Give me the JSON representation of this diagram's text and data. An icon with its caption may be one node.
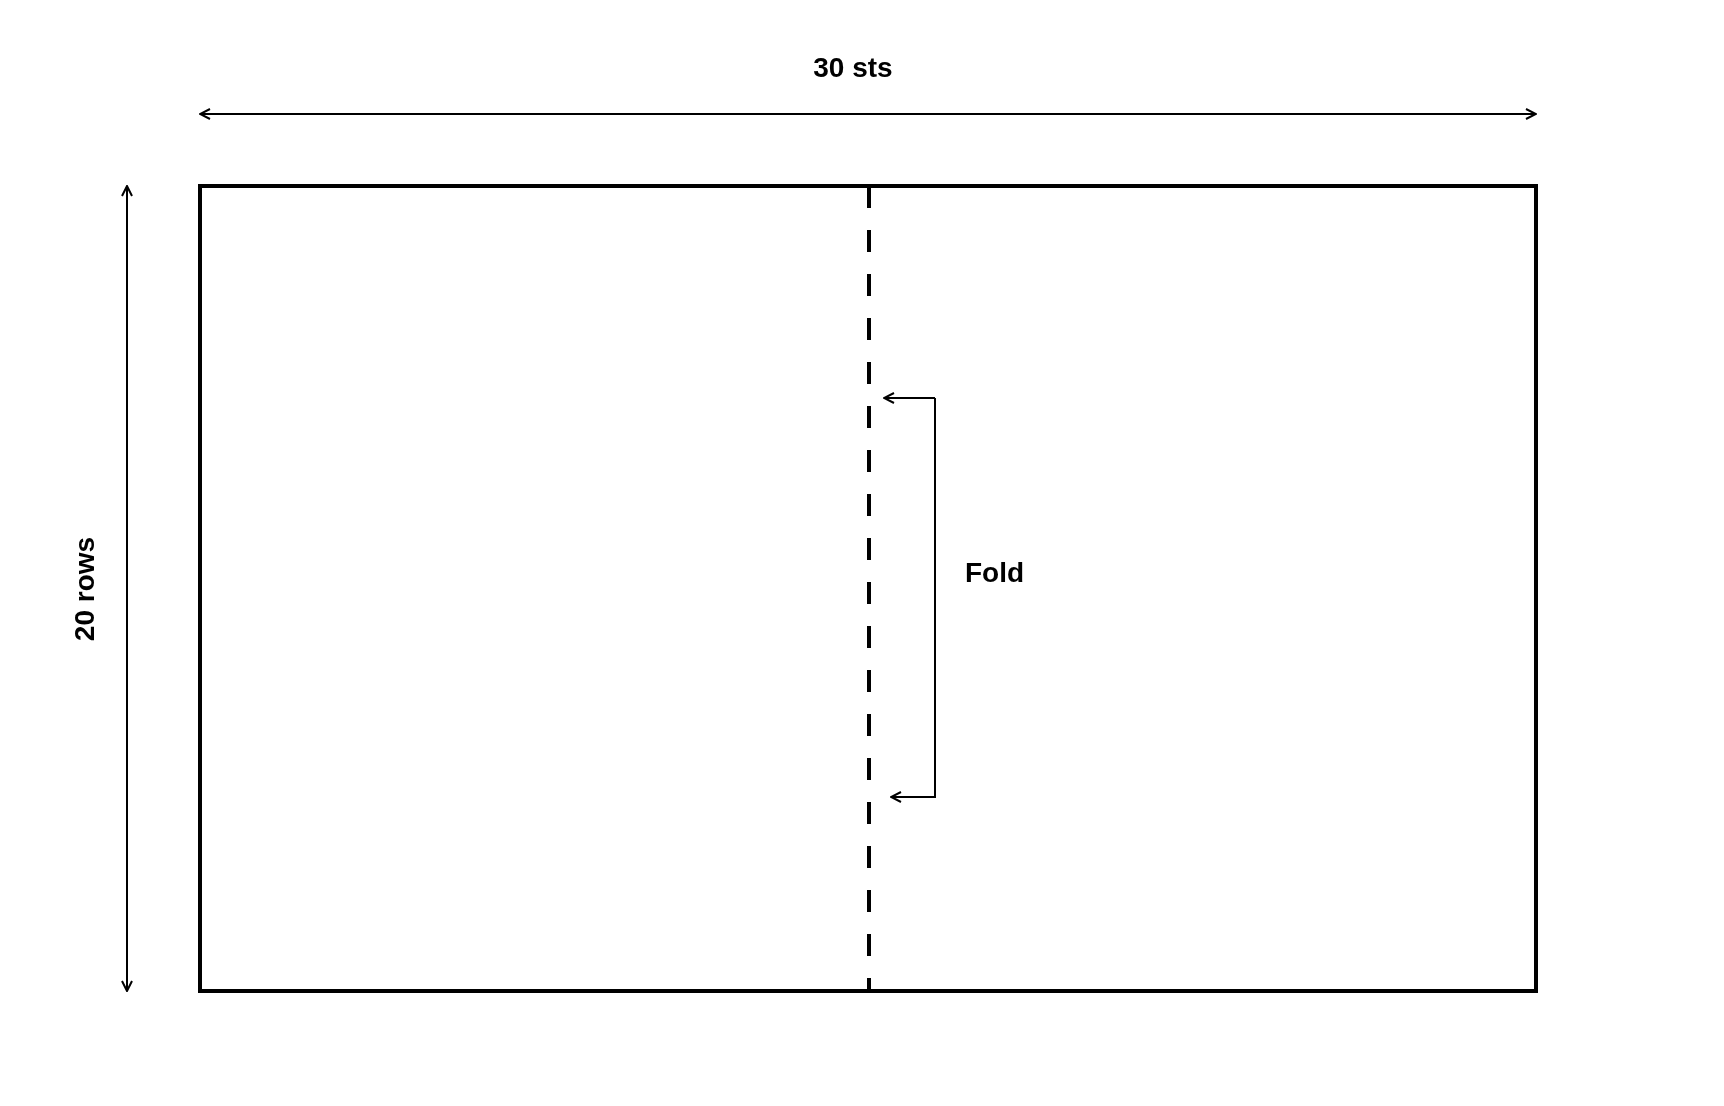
{
  "diagram": {
    "labels": [
      "30 sts",
      "20 rows",
      "Fold"
    ]
  }
}
